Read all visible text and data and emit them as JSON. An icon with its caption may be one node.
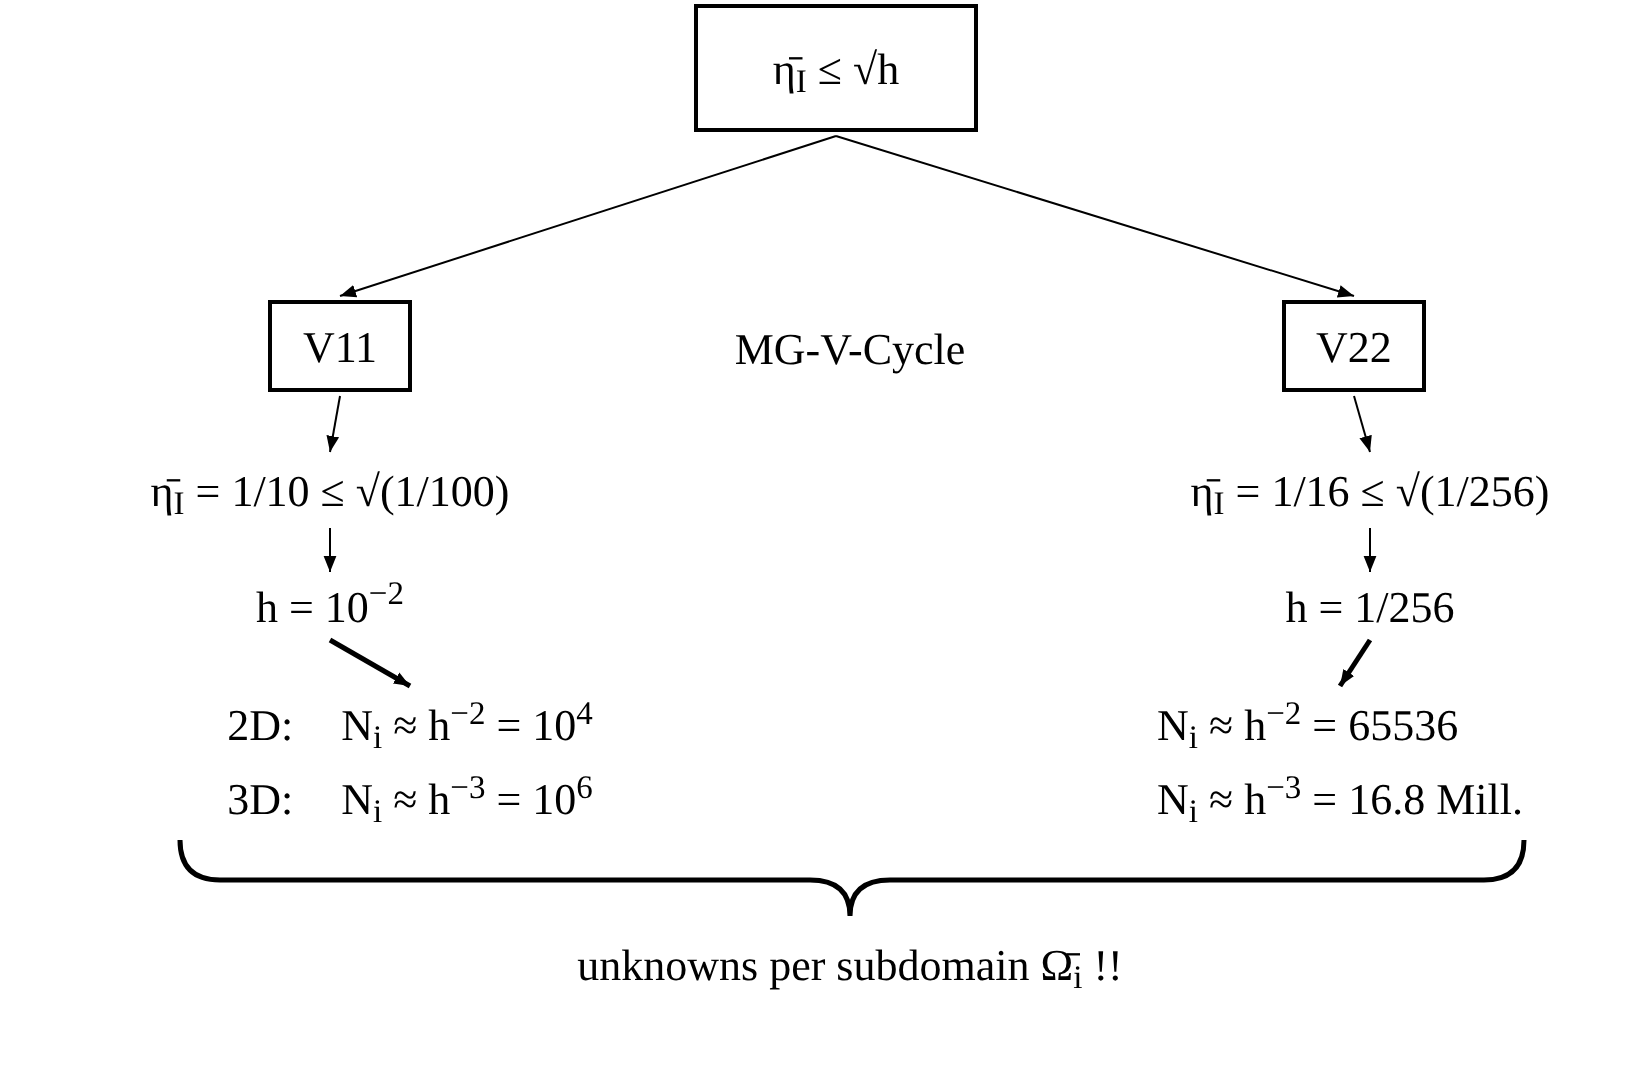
{
  "diagram": {
    "nodes": [
      {
        "text": [
          "η̄$_{I}$ ≤ √h"
        ]
      },
      {
        "text": [
          "V11"
        ]
      },
      {
        "text": [
          "V22"
        ]
      },
      {
        "text": [
          "η̄$_{I}$ = 1/10 ≤ √(1/100)"
        ]
      },
      {
        "text": [
          "h = 10$^{−2}$"
        ]
      },
      {
        "text": [
          "2D:",
          "N$_{i}$ ≈ h$^{−2}$ = 10$^{4}$",
          "3D:",
          "N$_{i}$ ≈ h$^{−3}$ = 10$^{6}$"
        ]
      },
      {
        "text": [
          "η̄$_{I}$ = 1/16 ≤ √(1/256)"
        ]
      },
      {
        "text": [
          "h = 1/256"
        ]
      },
      {
        "text": [
          "N$_{i}$ ≈ h$^{−2}$ = 65536",
          "N$_{i}$ ≈ h$^{−3}$ = 16.8 Mill."
        ]
      }
    ],
    "edges": [
      {
        "from": 0,
        "to": 1,
        "arrow": "to"
      },
      {
        "from": 0,
        "to": 2,
        "arrow": "to"
      },
      {
        "from": 1,
        "to": 3,
        "arrow": "to"
      },
      {
        "from": 3,
        "to": 4,
        "arrow": "to"
      },
      {
        "from": 4,
        "to": 5,
        "arrow": "to",
        "style": "thick"
      },
      {
        "from": 2,
        "to": 6,
        "arrow": "to"
      },
      {
        "from": 6,
        "to": 7,
        "arrow": "to"
      },
      {
        "from": 7,
        "to": 8,
        "arrow": "to",
        "style": "thick"
      }
    ],
    "labels": [
      "MG-V-Cycle",
      "unknowns per subdomain Ω̄$_{i}$ !!"
    ]
  }
}
